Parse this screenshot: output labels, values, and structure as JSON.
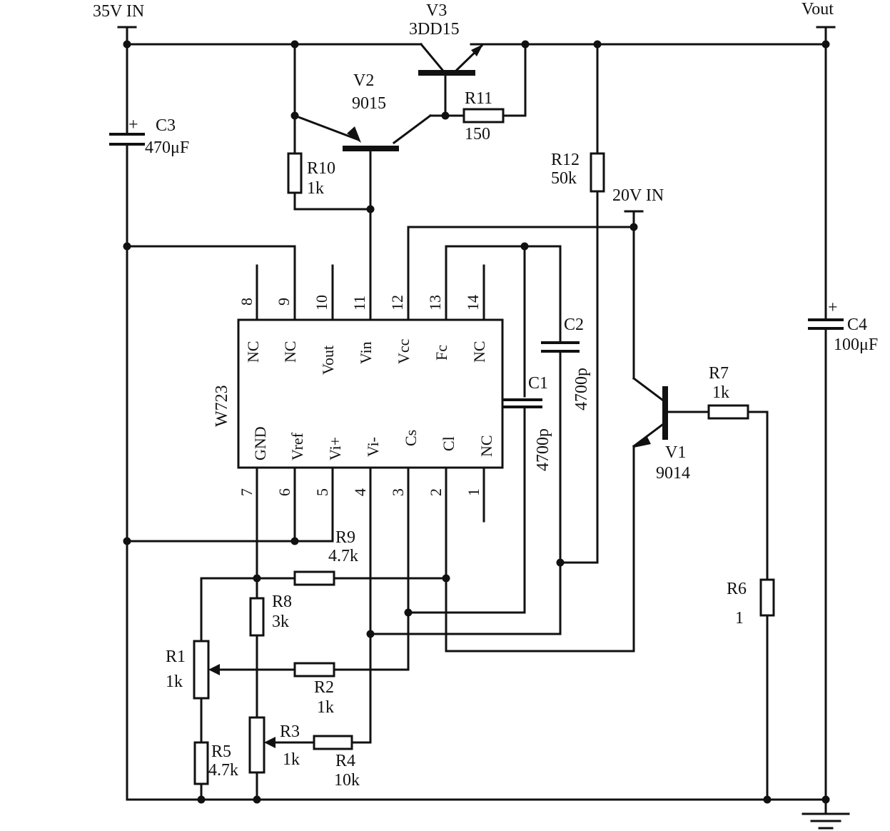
{
  "supply": {
    "in35": "35V IN",
    "in20": "20V IN",
    "out": "Vout"
  },
  "ic": {
    "name": "W723",
    "top_pins": [
      {
        "num": "8",
        "name": "NC"
      },
      {
        "num": "9",
        "name": "NC"
      },
      {
        "num": "10",
        "name": "Vout"
      },
      {
        "num": "11",
        "name": "Vin"
      },
      {
        "num": "12",
        "name": "Vcc"
      },
      {
        "num": "13",
        "name": "Fc"
      },
      {
        "num": "14",
        "name": "NC"
      }
    ],
    "bottom_pins": [
      {
        "num": "7",
        "name": "GND"
      },
      {
        "num": "6",
        "name": "Vref"
      },
      {
        "num": "5",
        "name": "Vi+"
      },
      {
        "num": "4",
        "name": "Vi-"
      },
      {
        "num": "3",
        "name": "Cs"
      },
      {
        "num": "2",
        "name": "Cl"
      },
      {
        "num": "1",
        "name": "NC"
      }
    ]
  },
  "transistors": {
    "V1": {
      "ref": "V1",
      "part": "9014"
    },
    "V2": {
      "ref": "V2",
      "part": "9015"
    },
    "V3": {
      "ref": "V3",
      "part": "3DD15"
    }
  },
  "capacitors": {
    "C1": {
      "ref": "C1",
      "value": "4700p"
    },
    "C2": {
      "ref": "C2",
      "value": "4700p"
    },
    "C3": {
      "ref": "C3",
      "value": "470μF",
      "polarity": "+"
    },
    "C4": {
      "ref": "C4",
      "value": "100μF",
      "polarity": "+"
    }
  },
  "resistors": {
    "R1": {
      "ref": "R1",
      "value": "1k"
    },
    "R2": {
      "ref": "R2",
      "value": "1k"
    },
    "R3": {
      "ref": "R3",
      "value": "1k"
    },
    "R4": {
      "ref": "R4",
      "value": "10k"
    },
    "R5": {
      "ref": "R5",
      "value": "4.7k"
    },
    "R6": {
      "ref": "R6",
      "value": "1"
    },
    "R7": {
      "ref": "R7",
      "value": "1k"
    },
    "R8": {
      "ref": "R8",
      "value": "3k"
    },
    "R9": {
      "ref": "R9",
      "value": "4.7k"
    },
    "R10": {
      "ref": "R10",
      "value": "1k"
    },
    "R11": {
      "ref": "R11",
      "value": "150"
    },
    "R12": {
      "ref": "R12",
      "value": "50k"
    }
  }
}
